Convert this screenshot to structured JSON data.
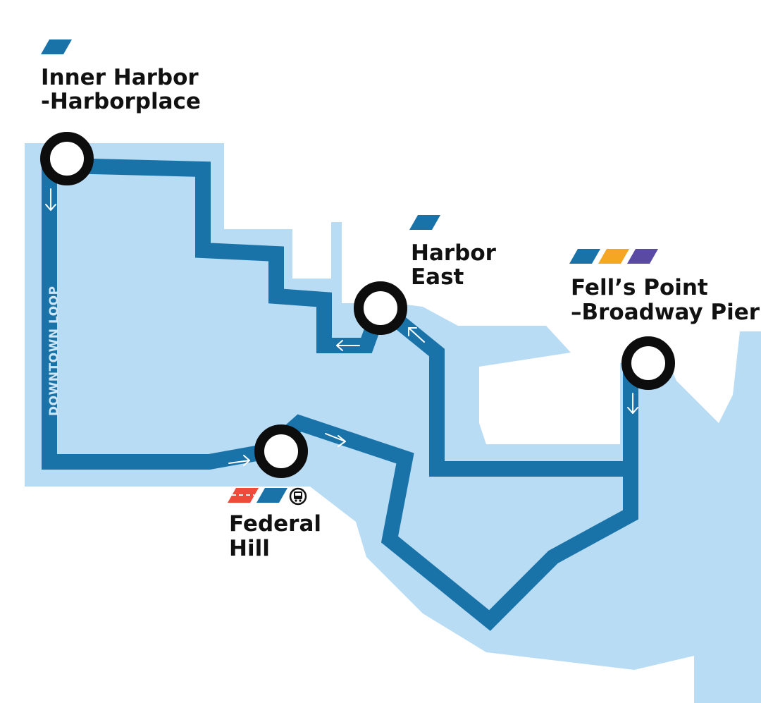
{
  "colors": {
    "water": "#b7dcf4",
    "route": "#1a73a8",
    "stop_ring": "#0d0d0d",
    "stop_fill": "#ffffff",
    "label": "#111111",
    "loop_label": "#cfe6f6",
    "line_blue": "#1a73a8",
    "line_orange": "#f5a623",
    "line_purple": "#5a4aa3",
    "line_red": "#ef4b3b"
  },
  "route": {
    "name": "DOWNTOWN LOOP"
  },
  "stops": [
    {
      "id": "inner-harbor",
      "label_lines": [
        "Inner Harbor",
        "-Harborplace"
      ],
      "lines": [
        "line_blue"
      ],
      "icons": []
    },
    {
      "id": "harbor-east",
      "label_lines": [
        "Harbor",
        "East"
      ],
      "lines": [
        "line_blue"
      ],
      "icons": []
    },
    {
      "id": "fells-point",
      "label_lines": [
        "Fell’s Point",
        "–Broadway Pier"
      ],
      "lines": [
        "line_blue",
        "line_orange",
        "line_purple"
      ],
      "icons": []
    },
    {
      "id": "federal-hill",
      "label_lines": [
        "Federal",
        "Hill"
      ],
      "lines": [
        "line_red",
        "line_blue"
      ],
      "icons": [
        "bus-icon"
      ]
    }
  ]
}
